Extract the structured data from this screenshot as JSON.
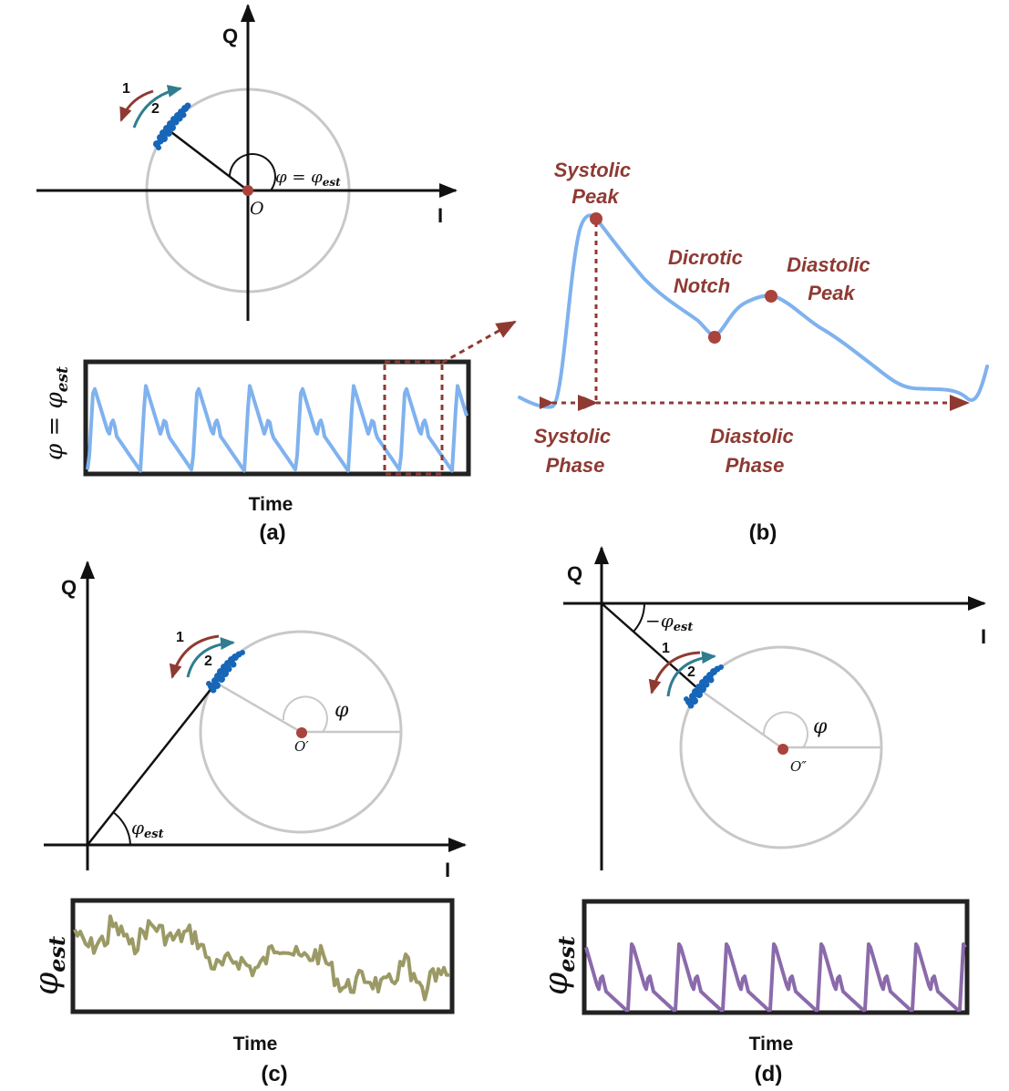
{
  "colors": {
    "red": "#8e3a33",
    "teal": "#2f7d8f",
    "blue_cluster": "#1766b8",
    "wave_a": "#7fb2ee",
    "wave_c": "#9b9a66",
    "wave_d": "#8b6aab",
    "circle": "#c8c8c8",
    "origin_dot": "#a9433b"
  },
  "panel_a": {
    "q_label": "Q",
    "i_label": "I",
    "origin": "O",
    "angle_label": "φ = φ",
    "angle_sub": "est",
    "arrow1": "1",
    "arrow2": "2",
    "plot_ylabel": "φ = φ",
    "plot_ylabel_sub": "est",
    "xlabel": "Time",
    "caption": "(a)"
  },
  "panel_b": {
    "systolic_peak_l1": "Systolic",
    "systolic_peak_l2": "Peak",
    "dicrotic_l1": "Dicrotic",
    "dicrotic_l2": "Notch",
    "diastolic_peak_l1": "Diastolic",
    "diastolic_peak_l2": "Peak",
    "systolic_phase_l1": "Systolic",
    "systolic_phase_l2": "Phase",
    "diastolic_phase_l1": "Diastolic",
    "diastolic_phase_l2": "Phase",
    "caption": "(b)"
  },
  "panel_c": {
    "q_label": "Q",
    "i_label": "I",
    "origin": "O′",
    "phi": "φ",
    "phi_est": "φ",
    "phi_est_sub": "est",
    "arrow1": "1",
    "arrow2": "2",
    "plot_ylabel": "φ",
    "plot_ylabel_sub": "est",
    "xlabel": "Time",
    "caption": "(c)"
  },
  "panel_d": {
    "q_label": "Q",
    "i_label": "I",
    "origin": "O″",
    "phi": "φ",
    "neg_phi_est": "−φ",
    "neg_phi_est_sub": "est",
    "arrow1": "1",
    "arrow2": "2",
    "plot_ylabel": "φ",
    "plot_ylabel_sub": "est",
    "xlabel": "Time",
    "caption": "(d)"
  }
}
